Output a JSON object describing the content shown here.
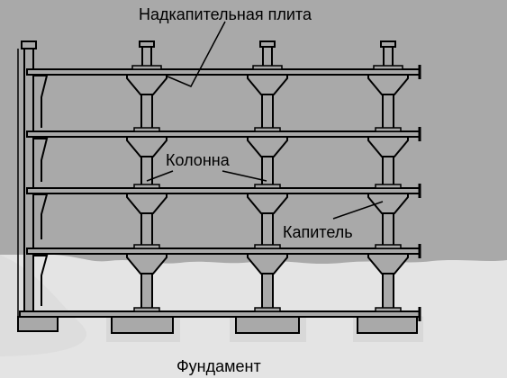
{
  "labels": {
    "slab": "Надкапительная плита",
    "column": "Колонна",
    "capital": "Капитель",
    "foundation": "Фундамент"
  },
  "colors": {
    "background": "#a9a9a9",
    "structure_fill": "#a9a9a9",
    "ground": "#e4e4e4",
    "line": "#000000"
  }
}
